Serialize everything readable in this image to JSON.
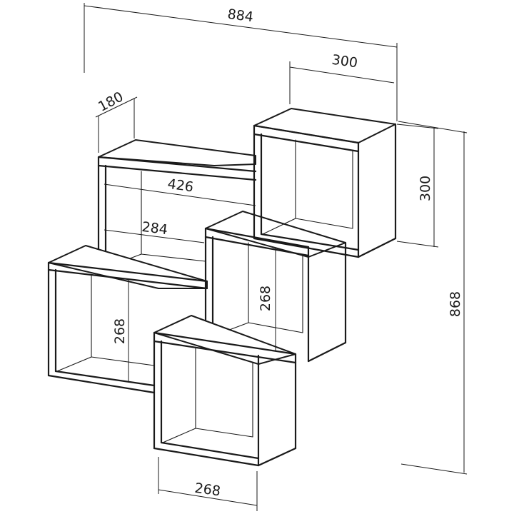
{
  "dimensions": {
    "overall_width": "884",
    "top_cube_width": "300",
    "depth": "180",
    "top_cube_height": "300",
    "overall_height": "868",
    "long_shelf_width": "426",
    "inner_shelf_width": "284",
    "left_cube_height": "268",
    "middle_cube_height": "268",
    "bottom_cube_width": "268"
  },
  "colors": {
    "line": "#1a1a1a",
    "background": "#ffffff"
  }
}
